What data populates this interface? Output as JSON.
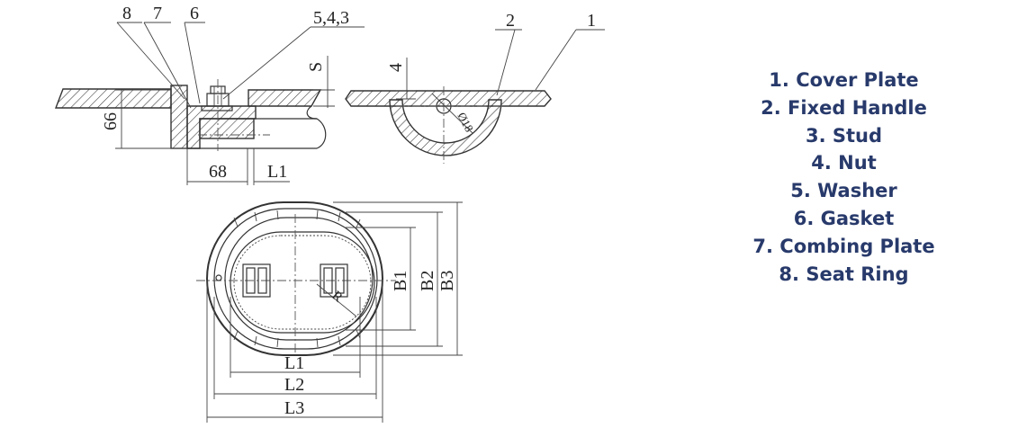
{
  "callouts": {
    "c8": "8",
    "c7": "7",
    "c6": "6",
    "c543": "5,4,3",
    "c2": "2",
    "c1": "1"
  },
  "dimensions": {
    "S": "S",
    "d66": "66",
    "d68": "68",
    "L1_top": "L1",
    "d4": "4",
    "phi18": "Ø18",
    "B1": "B1",
    "B2": "B2",
    "B3": "B3",
    "L1": "L1",
    "L2": "L2",
    "L3": "L3",
    "R": "R"
  },
  "legend": [
    "1. Cover Plate",
    "2. Fixed Handle",
    "3. Stud",
    "4. Nut",
    "5. Washer",
    "6. Gasket",
    "7. Combing Plate",
    "8. Seat Ring"
  ],
  "colors": {
    "legend_text": "#283a6b",
    "line": "#333333"
  }
}
